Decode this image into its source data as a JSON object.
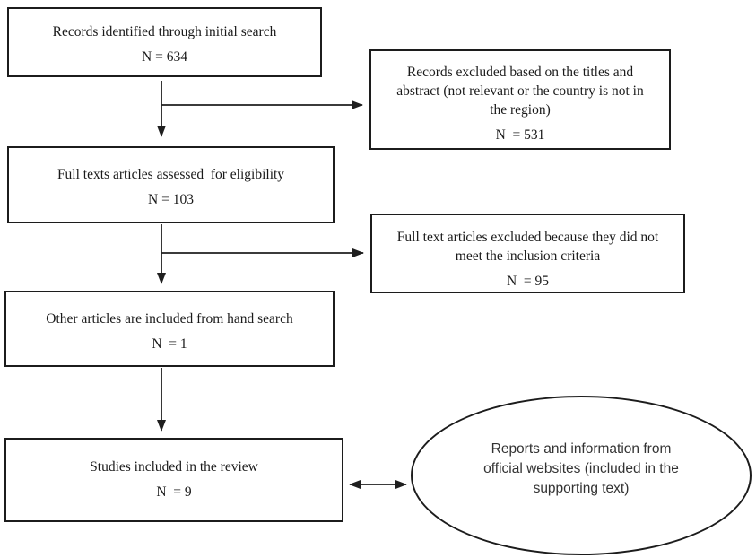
{
  "diagram": {
    "type": "flowchart",
    "boxes": [
      {
        "id": "records-identified",
        "text": "Records identified through initial search",
        "n": "N = 634"
      },
      {
        "id": "records-excluded",
        "text": "Records excluded based on the titles and\nabstract (not relevant or the country is not in\nthe region)",
        "n": "N  = 531"
      },
      {
        "id": "full-text-assessed",
        "text": "Full texts articles assessed  for eligibility",
        "n": "N = 103"
      },
      {
        "id": "full-text-excluded",
        "text": "Full text articles excluded because they did not\nmeet the inclusion criteria",
        "n": "N  = 95"
      },
      {
        "id": "hand-search",
        "text": "Other articles are included from hand search",
        "n": "N  = 1"
      },
      {
        "id": "included",
        "text": "Studies included in the review",
        "n": "N  = 9"
      }
    ],
    "ellipse": {
      "text": "Reports and information from\nofficial websites (included in the\nsupporting text)"
    },
    "flow": [
      "records-identified -> records-excluded",
      "records-identified -> full-text-assessed",
      "full-text-assessed -> full-text-excluded",
      "full-text-assessed -> hand-search",
      "hand-search -> included",
      "included <-> ellipse"
    ],
    "colors": {
      "line": "#1f1f1f",
      "text": "#1a1a1a",
      "background": "#ffffff"
    }
  }
}
